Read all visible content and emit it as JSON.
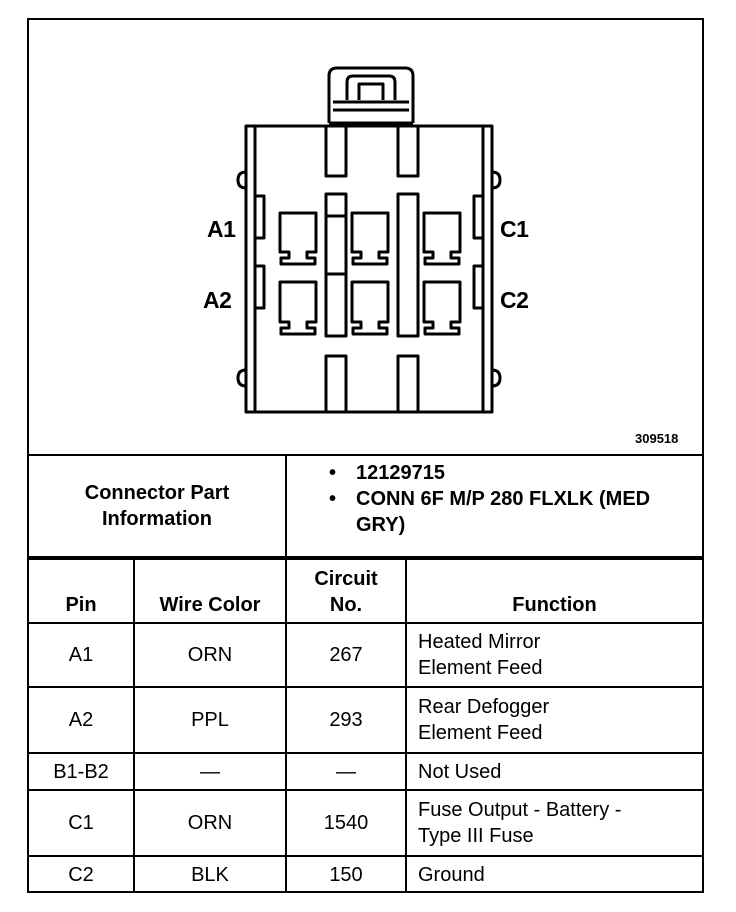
{
  "figure": {
    "pin_labels": {
      "a1": "A1",
      "a2": "A2",
      "c1": "C1",
      "c2": "C2"
    },
    "figure_id": "309518"
  },
  "part_info": {
    "label": "Connector Part\nInformation",
    "items": [
      "12129715",
      "CONN 6F M/P 280 FLXLK (MED GRY)"
    ],
    "bullet": "•"
  },
  "table": {
    "headers": {
      "pin": "Pin",
      "wire_color": "Wire Color",
      "circuit_no": "Circuit\nNo.",
      "function": "Function"
    },
    "rows": [
      {
        "pin": "A1",
        "wire_color": "ORN",
        "circuit": "267",
        "function": "Heated Mirror\nElement Feed"
      },
      {
        "pin": "A2",
        "wire_color": "PPL",
        "circuit": "293",
        "function": "Rear Defogger\nElement Feed"
      },
      {
        "pin": "B1-B2",
        "wire_color": "—",
        "circuit": "—",
        "function": "Not Used"
      },
      {
        "pin": "C1",
        "wire_color": "ORN",
        "circuit": "1540",
        "function": "Fuse Output - Battery -\nType III Fuse"
      },
      {
        "pin": "C2",
        "wire_color": "BLK",
        "circuit": "150",
        "function": "Ground"
      }
    ]
  }
}
